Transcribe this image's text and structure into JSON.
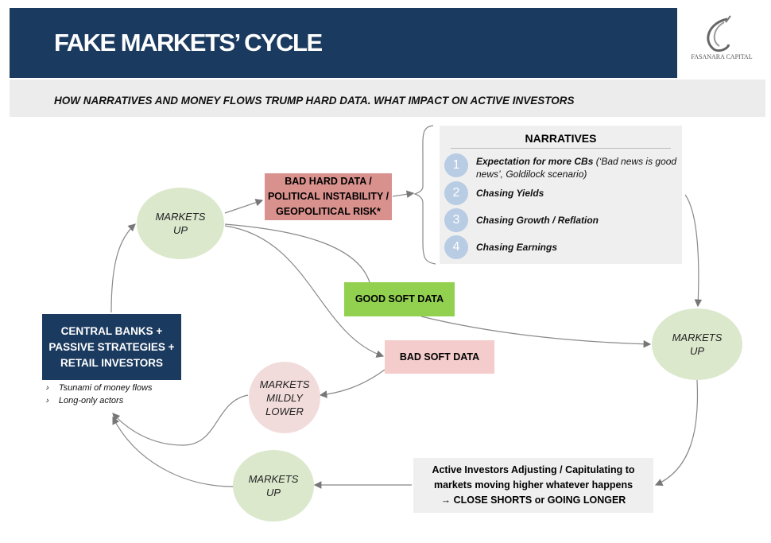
{
  "header": {
    "title": "FAKE MARKETS’ CYCLE",
    "logo_text": "FASANARA CAPITAL"
  },
  "subtitle": "HOW NARRATIVES AND MONEY FLOWS TRUMP HARD DATA. WHAT IMPACT ON ACTIVE INVESTORS",
  "nodes": {
    "markets_up_1": [
      "MARKETS",
      "UP"
    ],
    "bad_hard_data": [
      "BAD HARD DATA /",
      "POLITICAL INSTABILITY /",
      "GEOPOLITICAL RISK*"
    ],
    "good_soft_data": "GOOD SOFT DATA",
    "bad_soft_data": "BAD SOFT DATA",
    "markets_up_2": [
      "MARKETS",
      "UP"
    ],
    "markets_mildly_lower": [
      "MARKETS",
      "MILDLY",
      "LOWER"
    ],
    "markets_up_3": [
      "MARKETS",
      "UP"
    ],
    "central_banks": [
      "CENTRAL BANKS +",
      "PASSIVE STRATEGIES +",
      "RETAIL INVESTORS"
    ],
    "active_investors": [
      "Active Investors Adjusting / Capitulating to",
      "markets moving higher whatever happens",
      "→ CLOSE SHORTS or GOING LONGER"
    ]
  },
  "bullets": [
    "Tsunami of money flows",
    "Long-only actors"
  ],
  "narratives": {
    "title": "NARRATIVES",
    "items": [
      {
        "num": "1",
        "bold": "Expectation for more CBs",
        "rest": " (‘Bad news is good news’, Goldilock scenario)"
      },
      {
        "num": "2",
        "bold": "Chasing Yields",
        "rest": ""
      },
      {
        "num": "3",
        "bold": "Chasing Growth / Reflation",
        "rest": ""
      },
      {
        "num": "4",
        "bold": "Chasing Earnings",
        "rest": ""
      }
    ]
  },
  "colors": {
    "navy": "#1b3a5f",
    "green": "#dbe8cc",
    "pink": "#f2dcdb",
    "red_box": "#d9918d",
    "green_box": "#92d050",
    "pink_box": "#f4cccc"
  }
}
